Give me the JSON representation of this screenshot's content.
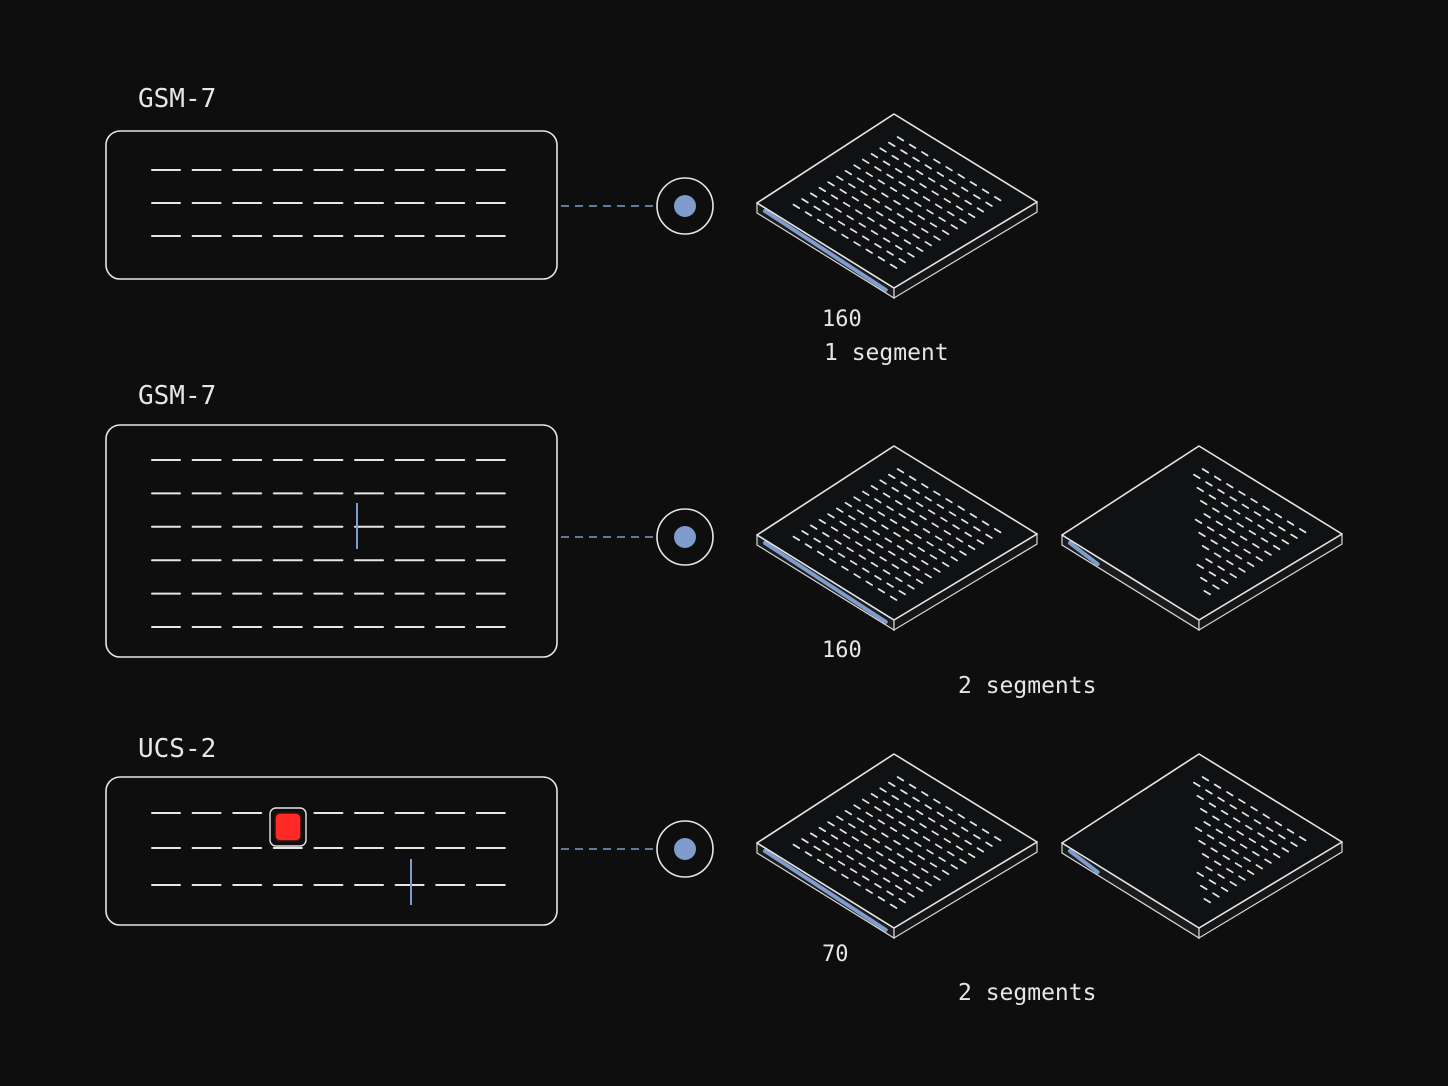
{
  "rows": [
    {
      "encoding": "GSM-7",
      "capacity": "160",
      "segments_label": "1 segment",
      "segment_count": 1,
      "text_lines": 3,
      "has_emoji": false,
      "cursor": {
        "line": null,
        "after_dash": null
      }
    },
    {
      "encoding": "GSM-7",
      "capacity": "160",
      "segments_label": "2 segments",
      "segment_count": 2,
      "text_lines": 6,
      "has_emoji": false,
      "cursor": {
        "line": 3,
        "after_dash": 5
      }
    },
    {
      "encoding": "UCS-2",
      "capacity": "70",
      "segments_label": "2 segments",
      "segment_count": 2,
      "text_lines": 3,
      "has_emoji": true,
      "cursor": {
        "line": 3,
        "after_dash": 6
      }
    }
  ],
  "colors": {
    "background": "#0e0e0f",
    "outline": "#e6e6e6",
    "accent_blue": "#7e9ccc",
    "emoji_red": "#ff2a25"
  },
  "icons": {
    "connector": "dashed-line",
    "node": "circle-dot-icon",
    "segment": "isometric-card-icon",
    "special_char": "red-square-icon"
  }
}
